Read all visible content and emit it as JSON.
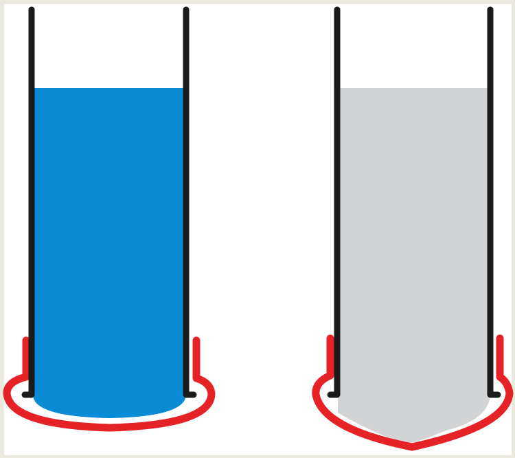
{
  "colors": {
    "background": "#ebe8df",
    "panel": "#ffffff",
    "tube_wall": "#1b1b1b",
    "membrane": "#e52326",
    "liquid_left": "#0a8bd6",
    "liquid_right": "#d1d3d4"
  },
  "tubes": [
    {
      "name": "left-tube",
      "liquid": "blue",
      "membrane_shape": "flat-bulge",
      "liquid_level": 0.83
    },
    {
      "name": "right-tube",
      "liquid": "grey",
      "membrane_shape": "deep-bulge",
      "liquid_level": 0.83
    }
  ]
}
